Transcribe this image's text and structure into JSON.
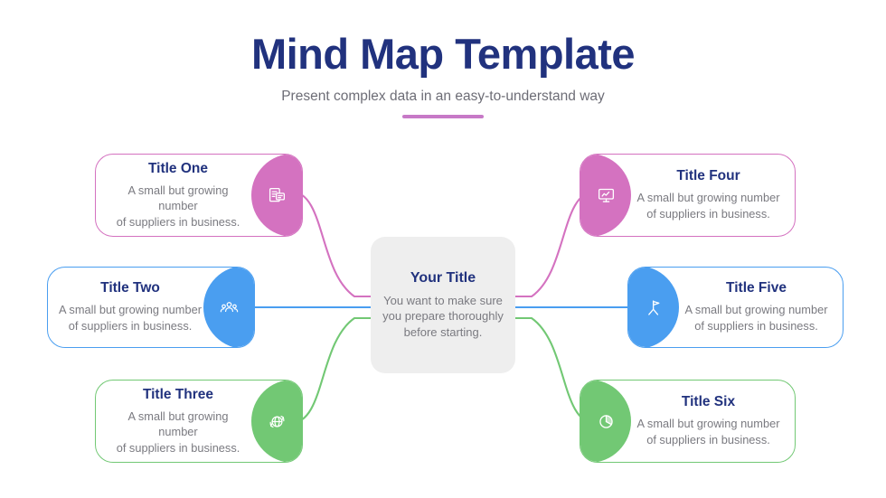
{
  "header": {
    "title": "Mind Map Template",
    "subtitle": "Present complex data in an easy-to-understand way",
    "divider_color": "#c779c7"
  },
  "center": {
    "title": "Your Title",
    "description": "You want to make sure you prepare thoroughly before starting.",
    "background": "#eeeeee"
  },
  "theme": {
    "title_color": "#21327e",
    "body_color": "#7a7a80",
    "pink": "#d472c0",
    "blue": "#4a9ef0",
    "green": "#72c874"
  },
  "cards": [
    {
      "id": "title-one",
      "title": "Title One",
      "description": "A small but growing number\nof suppliers in business.",
      "color": "pink",
      "color_hex": "#d472c0",
      "icon": "document-report-icon",
      "side": "left",
      "disc_side": "right"
    },
    {
      "id": "title-two",
      "title": "Title Two",
      "description": "A small but growing number\nof suppliers in business.",
      "color": "blue",
      "color_hex": "#4a9ef0",
      "icon": "people-group-icon",
      "side": "left",
      "disc_side": "right"
    },
    {
      "id": "title-three",
      "title": "Title Three",
      "description": "A small but growing number\nof suppliers in business.",
      "color": "green",
      "color_hex": "#72c874",
      "icon": "globe-refresh-icon",
      "side": "left",
      "disc_side": "right"
    },
    {
      "id": "title-four",
      "title": "Title Four",
      "description": "A small but growing number\nof suppliers in business.",
      "color": "pink",
      "color_hex": "#d472c0",
      "icon": "monitor-presentation-icon",
      "side": "right",
      "disc_side": "left"
    },
    {
      "id": "title-five",
      "title": "Title Five",
      "description": "A small but growing number\nof suppliers in business.",
      "color": "blue",
      "color_hex": "#4a9ef0",
      "icon": "flag-goal-icon",
      "side": "right",
      "disc_side": "left"
    },
    {
      "id": "title-six",
      "title": "Title Six",
      "description": "A small but growing number\nof suppliers in business.",
      "color": "green",
      "color_hex": "#72c874",
      "icon": "pie-chart-icon",
      "side": "right",
      "disc_side": "left"
    }
  ]
}
